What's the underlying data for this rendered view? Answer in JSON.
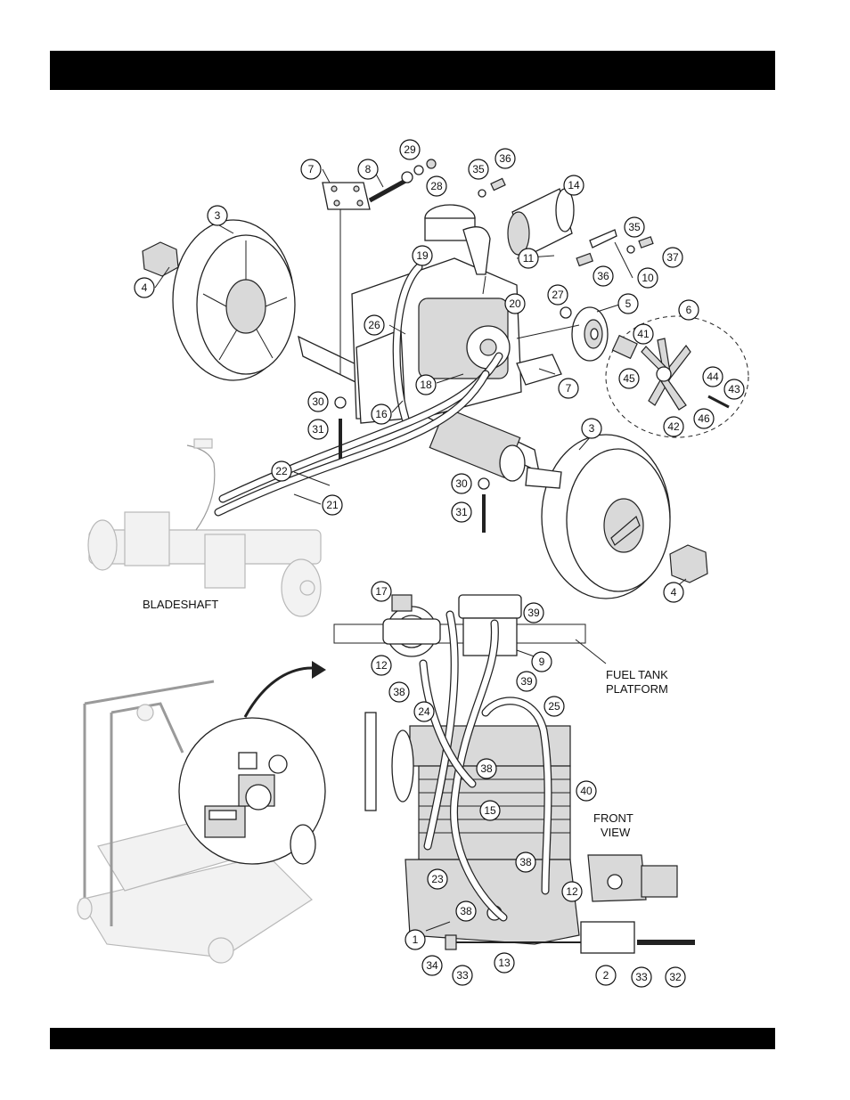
{
  "header": {
    "title": ""
  },
  "footer": {
    "text": ""
  },
  "labels": {
    "bladeshaft": "BLADESHAFT",
    "fuel_tank_platform": [
      "FUEL TANK",
      "PLATFORM"
    ],
    "front_view": [
      "FRONT",
      "VIEW"
    ]
  },
  "callouts": [
    "1",
    "2",
    "3",
    "3",
    "4",
    "4",
    "5",
    "6",
    "7",
    "7",
    "8",
    "9",
    "10",
    "11",
    "12",
    "12",
    "13",
    "14",
    "15",
    "16",
    "17",
    "18",
    "19",
    "20",
    "21",
    "22",
    "23",
    "24",
    "25",
    "26",
    "27",
    "28",
    "29",
    "30",
    "30",
    "31",
    "31",
    "32",
    "33",
    "33",
    "34",
    "35",
    "35",
    "36",
    "36",
    "37",
    "38",
    "38",
    "38",
    "38",
    "39",
    "39",
    "40",
    "41",
    "42",
    "43",
    "44",
    "45",
    "46"
  ]
}
